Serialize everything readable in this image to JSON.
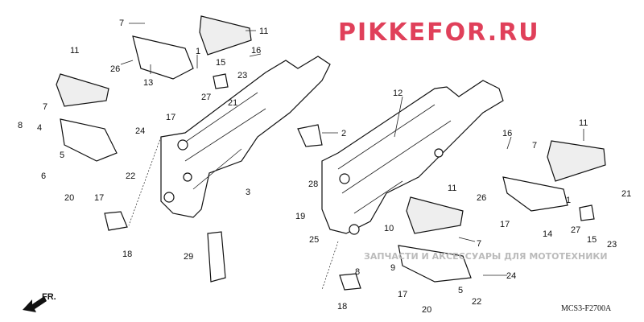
{
  "diagram": {
    "title_code": "MCS3-F2700A",
    "front_indicator": "FR.",
    "callouts": [
      "7",
      "11",
      "26",
      "13",
      "1",
      "15",
      "16",
      "23",
      "27",
      "21",
      "17",
      "11",
      "7",
      "8",
      "4",
      "24",
      "5",
      "6",
      "22",
      "20",
      "17",
      "3",
      "28",
      "19",
      "25",
      "18",
      "29",
      "2",
      "12",
      "16",
      "11",
      "7",
      "26",
      "17",
      "14",
      "27",
      "1",
      "21",
      "15",
      "23",
      "11",
      "10",
      "7",
      "8",
      "9",
      "24",
      "17",
      "5",
      "22",
      "20",
      "18"
    ],
    "watermark": {
      "caption": "ЗАПЧАСТИ И АКСЕССУАРЫ ДЛЯ МОТОТЕХНИКИ",
      "logo": "PIKKEFOR.RU",
      "logo_color": "#e0405a"
    }
  }
}
